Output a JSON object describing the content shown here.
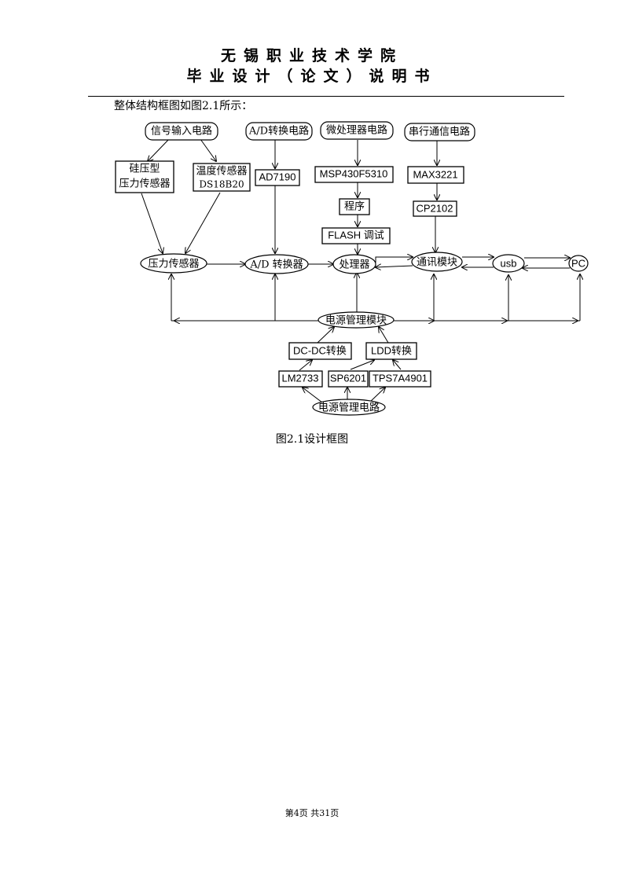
{
  "header": {
    "school": "无锡职业技术学院",
    "doc_type": "毕业设计（论文）说明书"
  },
  "intro_text": "整体结构框图如图2.1所示：",
  "diagram": {
    "signal_input_circuit": "信号输入电路",
    "silicon_sensor_line1": "硅压型",
    "silicon_sensor_line2": "压力传感器",
    "temp_sensor_line1": "温度传感器",
    "temp_sensor_line2": "DS18B20",
    "ad_circuit": "A/D转换电路",
    "ad7190": "AD7190",
    "mcu_circuit": "微处理器电路",
    "msp430": "MSP430F5310",
    "program": "程序",
    "flash_debug": "FLASH 调试",
    "serial_circuit": "串行通信电路",
    "max3221": "MAX3221",
    "cp2102": "CP2102",
    "pressure_sensor": "压力传感器",
    "ad_converter": "A/D 转换器",
    "processor": "处理器",
    "comm_module": "通讯模块",
    "usb": "usb",
    "pc": "PC",
    "power_module": "电源管理模块",
    "dcdc": "DC-DC转换",
    "ldo": "LDD转换",
    "lm2733": "LM2733",
    "sp6201": "SP6201",
    "tps7a4901": "TPS7A4901",
    "power_circuit": "电源管理电路"
  },
  "caption": "图2.1设计框图",
  "footer": "第4页  共31页"
}
